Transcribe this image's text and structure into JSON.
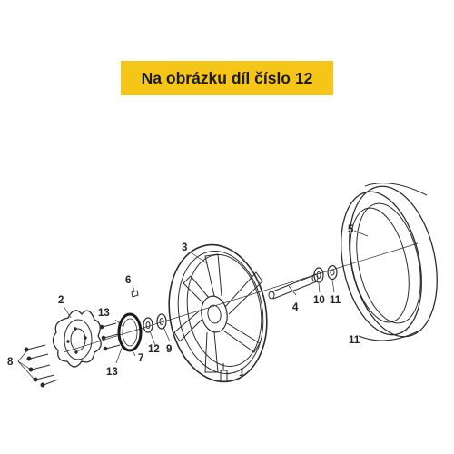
{
  "banner": {
    "text": "Na obrázku díl číslo 12",
    "bg_color": "#f5c518"
  },
  "callouts": [
    {
      "label": "1",
      "part": "valve"
    },
    {
      "label": "2",
      "part": "brake-disc"
    },
    {
      "label": "3",
      "part": "rim"
    },
    {
      "label": "4",
      "part": "axle-spacer"
    },
    {
      "label": "5",
      "part": "tire-outer"
    },
    {
      "label": "6",
      "part": "balance-weight"
    },
    {
      "label": "7",
      "part": "sensor-ring"
    },
    {
      "label": "8",
      "part": "disc-bolts"
    },
    {
      "label": "9",
      "part": "bearing-left"
    },
    {
      "label": "10",
      "part": "bearing-right"
    },
    {
      "label": "11",
      "part": "seal-right"
    },
    {
      "label": "11",
      "part": "tire"
    },
    {
      "label": "12",
      "part": "seal-left"
    },
    {
      "label": "13",
      "part": "ring-bolts-top"
    },
    {
      "label": "13",
      "part": "ring-bolts-bottom"
    }
  ],
  "colors": {
    "line": "#2b2b2b",
    "highlight": "#222222"
  }
}
